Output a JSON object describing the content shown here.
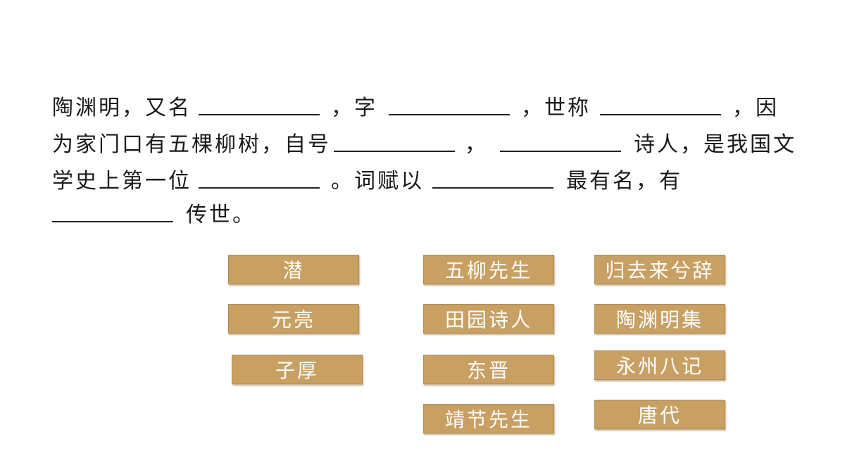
{
  "sentence": {
    "l1_a": "陶渊明，又名",
    "l1_b": "，字",
    "l1_c": "，世称",
    "l1_d": "，因",
    "l2_a": "为家门口有五棵柳树，自号",
    "l2_b": "，",
    "l2_c": "诗人，是我国文",
    "l3_a": "学史上第一位",
    "l3_b": "。词赋以",
    "l3_c": "最有名，有",
    "l4_a": "传世。"
  },
  "options": {
    "qian": "潜",
    "yuanliang": "元亮",
    "zihou": "子厚",
    "wuliu": "五柳先生",
    "tianyuan": "田园诗人",
    "dongjin": "东晋",
    "jingjie": "靖节先生",
    "guiqulai": "归去来兮辞",
    "taoyuanmingji": "陶渊明集",
    "yongzhou": "永州八记",
    "tangdai": "唐代"
  },
  "colors": {
    "tile": "#c8a064",
    "tile_text": "#ffffff"
  }
}
